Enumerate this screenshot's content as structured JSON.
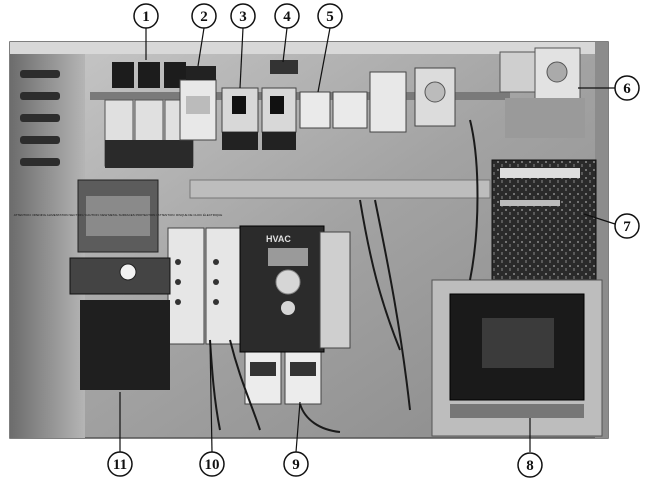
{
  "callouts": {
    "c1": "1",
    "c2": "2",
    "c3": "3",
    "c4": "4",
    "c5": "5",
    "c6": "6",
    "c7": "7",
    "c8": "8",
    "c9": "9",
    "c10": "10",
    "c11": "11"
  },
  "labels": {
    "warning_plate": "ATTENTION: OPENING ALIMENTATION SECTION / CAUTION: NEW METAL SURFACES PROTECTION / ATTENTION: RISQUE DE CHOC ÉLECTRIQUE",
    "drive_brand": "HVAC"
  },
  "colors": {
    "background": "#ffffff",
    "panel": "#a8a8a8",
    "dark": "#1c1c1c",
    "light": "#e4e4e4"
  }
}
